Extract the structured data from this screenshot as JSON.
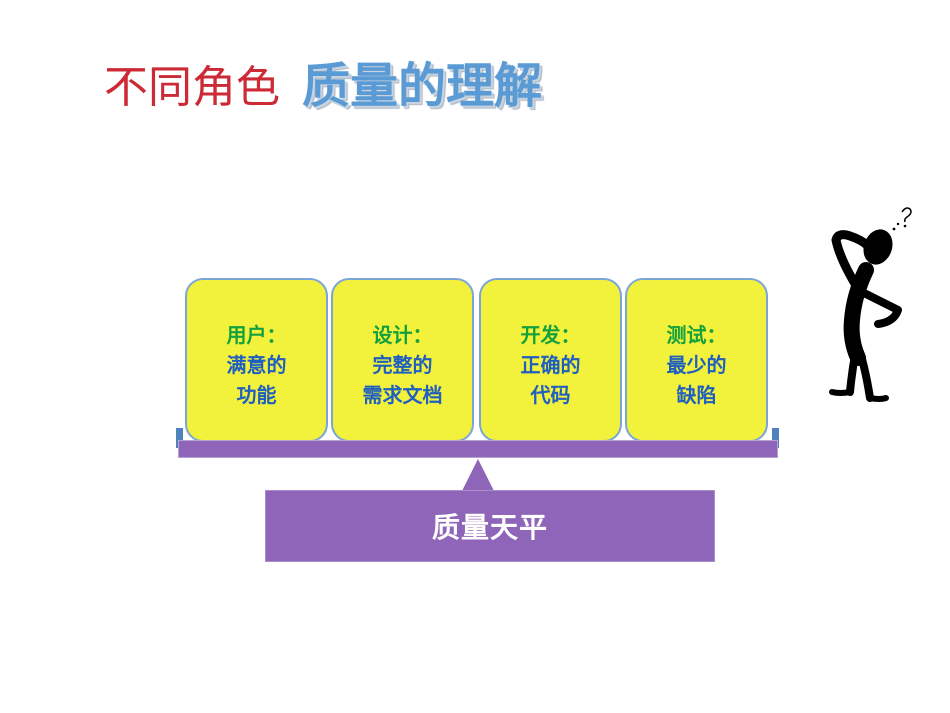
{
  "title": {
    "part1": "不同角色",
    "part2": "质量的理解"
  },
  "roles": [
    {
      "title": "用户：",
      "line1": "满意的",
      "line2": "功能"
    },
    {
      "title": "设计：",
      "line1": "完整的",
      "line2": "需求文档"
    },
    {
      "title": "开发：",
      "line1": "正确的",
      "line2": "代码"
    },
    {
      "title": "测试：",
      "line1": "最少的",
      "line2": "缺陷"
    }
  ],
  "scale": {
    "base_label": "质量天平"
  },
  "colors": {
    "title_part1": "#cc2a36",
    "title_part2": "#5b9bd5",
    "box_fill": "#f2f23c",
    "role_title": "#14a03c",
    "role_desc": "#1f5fbf",
    "scale": "#8e65b8"
  },
  "icons": {
    "thinker": "thinking-person-icon"
  }
}
